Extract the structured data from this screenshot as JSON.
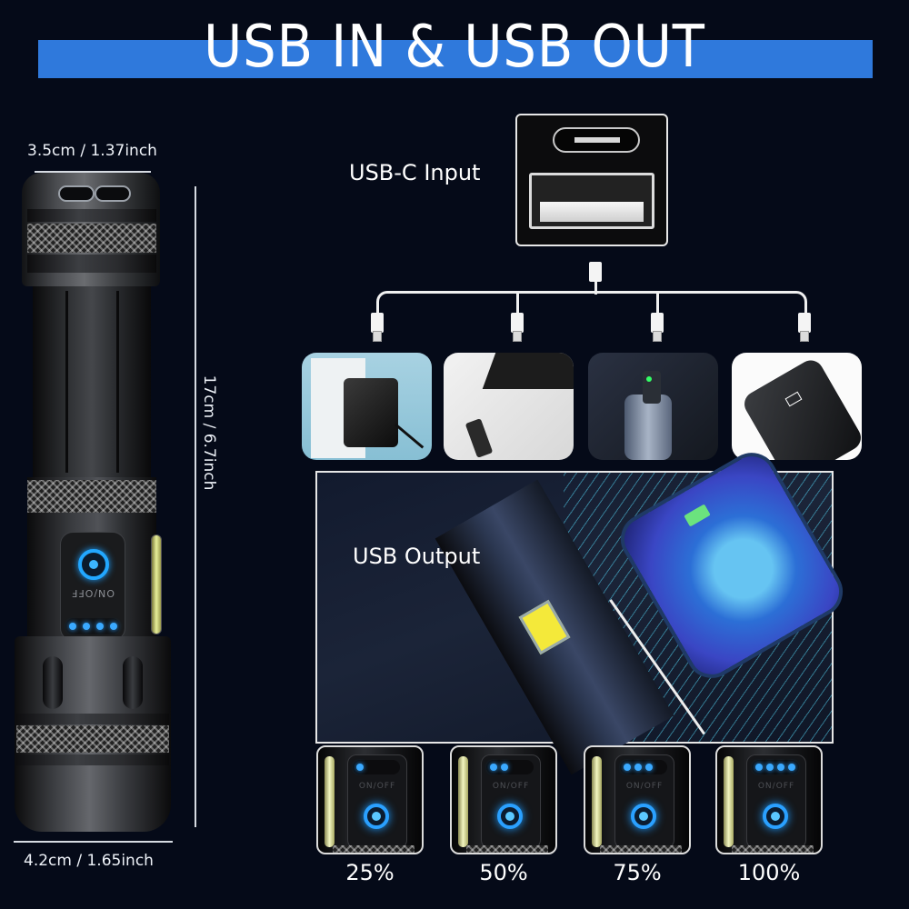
{
  "title": "USB IN & USB OUT",
  "colors": {
    "background": "#050a18",
    "title_bar": "#2f79dc",
    "led_blue": "#2aa0ff",
    "cob_yellow": "#f4e93a"
  },
  "flashlight": {
    "width_top": "3.5cm / 1.37inch",
    "length": "17cm /  6.7inch",
    "width_bottom": "4.2cm /  1.65inch",
    "switch_label": "ON/OFF",
    "battery_leds": 4
  },
  "usb_input": {
    "label": "USB-C Input",
    "ports": [
      "usb-c-port",
      "usb-a-port"
    ],
    "devices": [
      {
        "name": "wall-charger"
      },
      {
        "name": "laptop"
      },
      {
        "name": "car-charger"
      },
      {
        "name": "power-bank"
      }
    ]
  },
  "usb_output": {
    "label": "USB  Output"
  },
  "battery_levels": [
    {
      "label": "25%",
      "leds": 1
    },
    {
      "label": "50%",
      "leds": 2
    },
    {
      "label": "75%",
      "leds": 3
    },
    {
      "label": "100%",
      "leds": 4
    }
  ],
  "card_switch_label": "ON/OFF"
}
